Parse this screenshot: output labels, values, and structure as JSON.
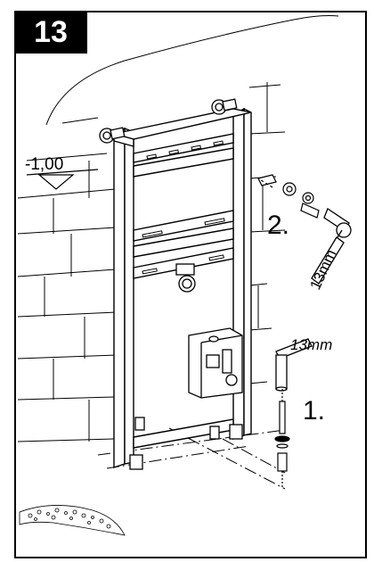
{
  "step_number": "13",
  "level_marker": "-1,00",
  "steps": [
    {
      "number": "2.",
      "wrench_size": "13mm"
    },
    {
      "number": "1.",
      "wrench_size": "13mm"
    }
  ]
}
